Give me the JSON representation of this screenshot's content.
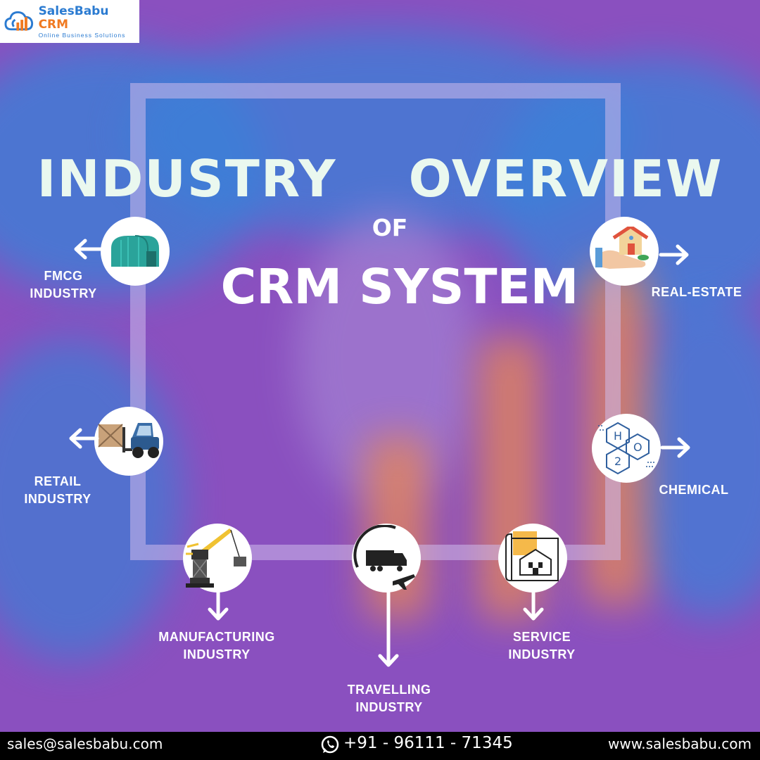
{
  "brand": {
    "name_part1": "SalesBabu",
    "name_part2": "CRM",
    "tagline": "Online Business Solutions"
  },
  "title": {
    "line1": "INDUSTRY  OVERVIEW",
    "line2": "OF",
    "line3": "CRM SYSTEM"
  },
  "industries": [
    {
      "label_line1": "FMCG",
      "label_line2": "INDUSTRY",
      "icon": "warehouse-icon"
    },
    {
      "label_line1": "REAL-ESTATE",
      "label_line2": "",
      "icon": "house-in-hand-icon"
    },
    {
      "label_line1": "RETAIL",
      "label_line2": "INDUSTRY",
      "icon": "forklift-icon"
    },
    {
      "label_line1": "CHEMICAL",
      "label_line2": "",
      "icon": "h2o-molecule-icon"
    },
    {
      "label_line1": "MANUFACTURING",
      "label_line2": "INDUSTRY",
      "icon": "crane-icon"
    },
    {
      "label_line1": "TRAVELLING",
      "label_line2": "INDUSTRY",
      "icon": "truck-plane-icon"
    },
    {
      "label_line1": "SERVICE",
      "label_line2": "INDUSTRY",
      "icon": "blueprint-building-icon"
    }
  ],
  "footer": {
    "email": "sales@salesbabu.com",
    "phone": "+91 - 96111 - 71345",
    "website": "www.salesbabu.com"
  },
  "colors": {
    "background": "#8a50bf",
    "title_text": "#eaf8ef",
    "brand_blue": "#2b7bd1",
    "brand_orange": "#f07a22",
    "footer_bg": "#000000"
  }
}
